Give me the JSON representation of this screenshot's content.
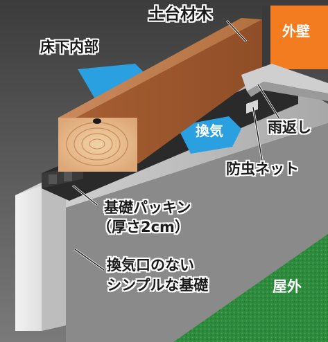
{
  "labels": {
    "dodai": "土台材木",
    "gaiheki": "外壁",
    "yukashita": "床下内部",
    "amagaeshi": "雨返し",
    "kanki": "換気",
    "boumushi": "防虫ネット",
    "packing_1": "基礎パッキン",
    "packing_2": "（厚さ2cm）",
    "kiso_1": "換気口のない",
    "kiso_2": "シンプルな基礎",
    "okugai": "屋外"
  },
  "colors": {
    "background": "#595959",
    "wall": "#f47c20",
    "lawn": "#2e8b3e",
    "timber": "#b56b3d",
    "airflow": "#2aa0e0",
    "foundation": "#d9d9d9",
    "packing": "#222222"
  }
}
